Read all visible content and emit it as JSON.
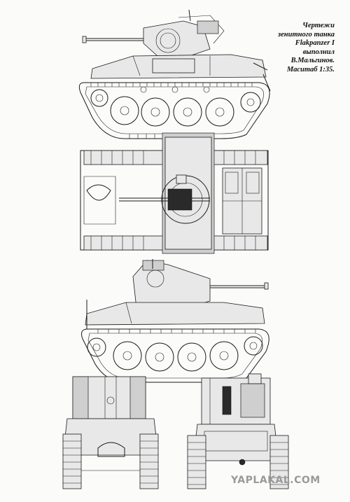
{
  "caption": {
    "lines": [
      "Чертежи",
      "зенитного танка",
      "Flakpanzer I",
      "выполнил",
      "В.Мальгинов.",
      "Маситаб 1:35."
    ]
  },
  "watermark": "YAPLAKAL.COM",
  "views": [
    {
      "name": "side-view-left"
    },
    {
      "name": "top-view"
    },
    {
      "name": "side-view-right"
    },
    {
      "name": "front-view"
    },
    {
      "name": "rear-view"
    }
  ]
}
